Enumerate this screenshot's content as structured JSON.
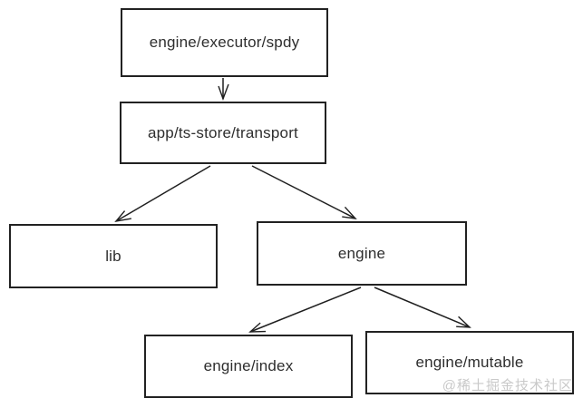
{
  "diagram": {
    "type": "dependency-tree",
    "nodes": [
      {
        "id": "engine-executor-spdy",
        "label": "engine/executor/spdy"
      },
      {
        "id": "app-ts-store-transport",
        "label": "app/ts-store/transport"
      },
      {
        "id": "lib",
        "label": "lib"
      },
      {
        "id": "engine",
        "label": "engine"
      },
      {
        "id": "engine-index",
        "label": "engine/index"
      },
      {
        "id": "engine-mutable",
        "label": "engine/mutable"
      }
    ],
    "edges": [
      {
        "from": "engine-executor-spdy",
        "to": "app-ts-store-transport"
      },
      {
        "from": "app-ts-store-transport",
        "to": "lib"
      },
      {
        "from": "app-ts-store-transport",
        "to": "engine"
      },
      {
        "from": "engine",
        "to": "engine-index"
      },
      {
        "from": "engine",
        "to": "engine-mutable"
      }
    ],
    "colors": {
      "background": "#ffffff",
      "node_border": "#222222",
      "node_text": "#2e2e2e",
      "edge_stroke": "#1f1f1f",
      "watermark": "#c9c9c9"
    }
  },
  "watermark": {
    "text": "@稀土掘金技术社区"
  }
}
